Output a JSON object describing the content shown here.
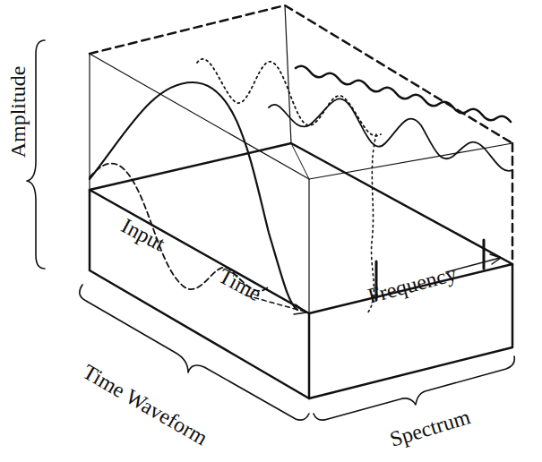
{
  "diagram": {
    "labels": [
      "Amplitude",
      "Input",
      "Time",
      "Frequency",
      "Time Waveform",
      "Spectrum"
    ]
  }
}
